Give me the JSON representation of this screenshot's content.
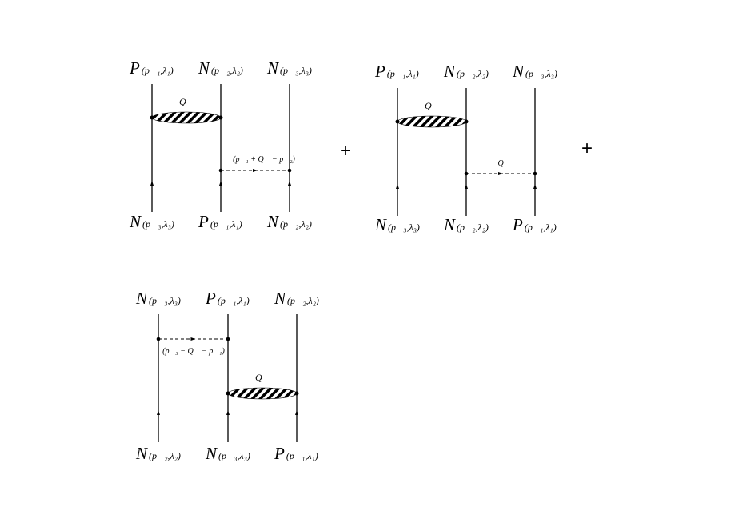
{
  "diagrams": [
    {
      "top_labels": [
        {
          "letter": "P",
          "args": "(p⃗₁,λ₁)"
        },
        {
          "letter": "N",
          "args": "(p⃗₂,λ₂)"
        },
        {
          "letter": "N",
          "args": "(p⃗₃,λ₃)"
        }
      ],
      "bottom_labels": [
        {
          "letter": "N",
          "args": "(p⃗₃,λ₃)"
        },
        {
          "letter": "P",
          "args": "(p⃗₁,λ₁)"
        },
        {
          "letter": "N",
          "args": "(p⃗₂,λ₂)"
        }
      ],
      "blob_label": "Q⃗",
      "exchange_label": "(p⃗₁ + Q⃗ − p⃗₂)"
    },
    {
      "top_labels": [
        {
          "letter": "P",
          "args": "(p⃗₁,λ₁)"
        },
        {
          "letter": "N",
          "args": "(p⃗₂,λ₂)"
        },
        {
          "letter": "N",
          "args": "(p⃗₃,λ₃)"
        }
      ],
      "bottom_labels": [
        {
          "letter": "N",
          "args": "(p⃗₃,λ₃)"
        },
        {
          "letter": "N",
          "args": "(p⃗₂,λ₂)"
        },
        {
          "letter": "P",
          "args": "(p⃗₁,λ₁)"
        }
      ],
      "blob_label": "Q⃗",
      "exchange_label": "Q⃗"
    },
    {
      "top_labels": [
        {
          "letter": "N",
          "args": "(p⃗₃,λ₃)"
        },
        {
          "letter": "P",
          "args": "(p⃗₁,λ₁)"
        },
        {
          "letter": "N",
          "args": "(p⃗₂,λ₂)"
        }
      ],
      "bottom_labels": [
        {
          "letter": "N",
          "args": "(p⃗₂,λ₂)"
        },
        {
          "letter": "N",
          "args": "(p⃗₃,λ₃)"
        },
        {
          "letter": "P",
          "args": "(p⃗₁,λ₁)"
        }
      ],
      "blob_label": "Q⃗",
      "exchange_label": "(p⃗₃ − Q⃗ − p⃗₁)"
    }
  ],
  "operators": [
    "+",
    "+"
  ]
}
